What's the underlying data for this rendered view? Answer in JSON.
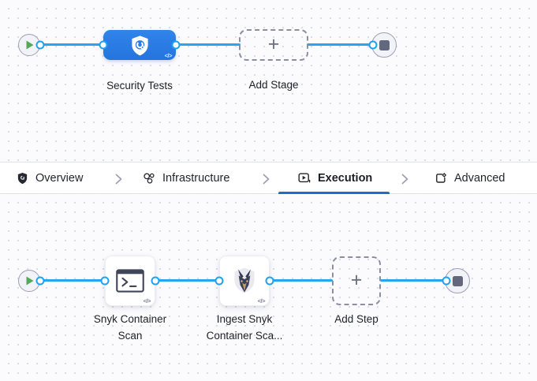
{
  "stage_canvas": {
    "stage_label": "Security Tests",
    "code_badge": "</>",
    "add_stage_label": "Add Stage",
    "plus_glyph": "+"
  },
  "tabbar": {
    "active_tab": "Execution",
    "tabs": [
      {
        "label": "Overview",
        "icon": "shield-icon"
      },
      {
        "label": "Infrastructure",
        "icon": "infrastructure-icon"
      },
      {
        "label": "Execution",
        "icon": "execution-icon"
      },
      {
        "label": "Advanced",
        "icon": "advanced-icon"
      }
    ]
  },
  "step_canvas": {
    "steps": [
      {
        "label": "Snyk Container Scan",
        "code_badge": "</>"
      },
      {
        "label": "Ingest Snyk Container Sca...",
        "code_badge": "</>"
      }
    ],
    "add_step_label": "Add Step",
    "plus_glyph": "+"
  },
  "colors": {
    "edge_blue": "#27a5f2",
    "node_blue": "#2b7ce4",
    "active_tab_underline": "#1f6bc9",
    "play_green": "#55a85a",
    "canvas_background": "#fbfbfe"
  }
}
